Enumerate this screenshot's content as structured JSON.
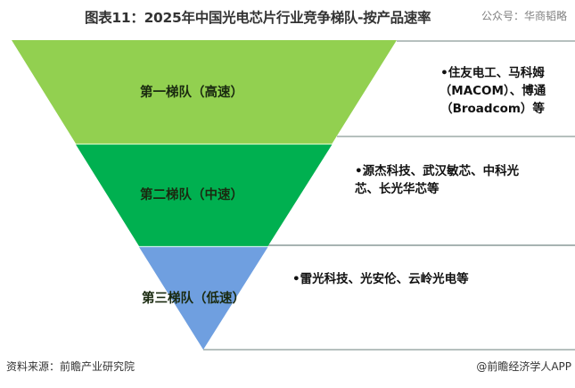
{
  "title": "图表11：2025年中国光电芯片行业竞争梯队-按产品速率",
  "watermark": "公众号：华商韬略",
  "colors": {
    "tier1": "#92D050",
    "tier2": "#00B050",
    "tier3": "#6F9FE0",
    "divider": "#8A9A98"
  },
  "tiers": [
    {
      "label": "第一梯队（高速）",
      "companies_lines": [
        "•住友电工、马科姆",
        "（MACOM）、博通",
        "（Broadcom）等"
      ]
    },
    {
      "label": "第二梯队（中速）",
      "companies_lines": [
        "•源杰科技、武汉敏芯、中科光",
        "芯、长光华芯等"
      ]
    },
    {
      "label": "第三梯队（低速）",
      "companies_lines": [
        "•雷光科技、光安伦、云岭光电等"
      ]
    }
  ],
  "footer": {
    "source": "资料来源：前瞻产业研究院",
    "credit": "@前瞻经济学人APP"
  }
}
